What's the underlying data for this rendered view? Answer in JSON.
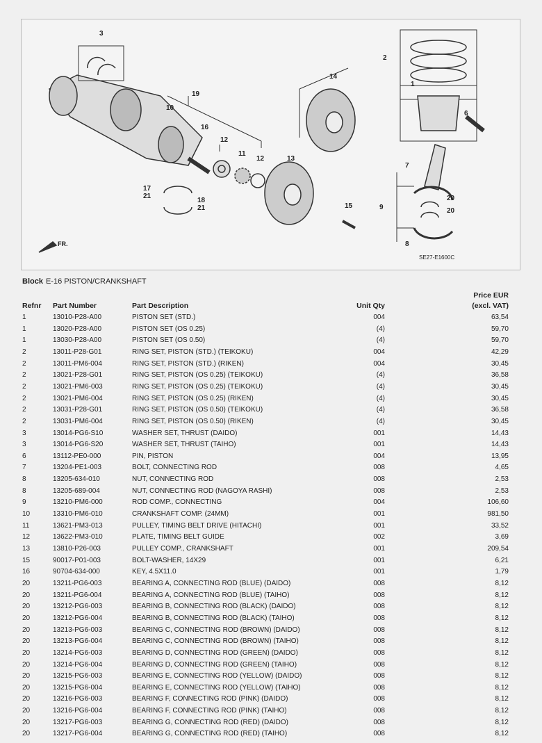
{
  "diagram": {
    "code": "SE27-E1600C",
    "front_label": "FR.",
    "callouts": [
      "1",
      "2",
      "3",
      "6",
      "7",
      "8",
      "9",
      "10",
      "11",
      "12",
      "12",
      "13",
      "14",
      "15",
      "16",
      "17",
      "21",
      "18",
      "21",
      "19",
      "20",
      "20"
    ]
  },
  "block": {
    "label": "Block",
    "name": "E-16 PISTON/CRANKSHAFT"
  },
  "headers": {
    "refnr": "Refnr",
    "part_number": "Part Number",
    "description": "Part Description",
    "unit_qty": "Unit Qty",
    "price_line1": "Price EUR",
    "price_line2": "(excl. VAT)"
  },
  "rows": [
    [
      "1",
      "13010-P28-A00",
      "PISTON SET (STD.)",
      "004",
      "63,54"
    ],
    [
      "1",
      "13020-P28-A00",
      "PISTON SET (OS 0.25)",
      "(4)",
      "59,70"
    ],
    [
      "1",
      "13030-P28-A00",
      "PISTON SET (OS 0.50)",
      "(4)",
      "59,70"
    ],
    [
      "2",
      "13011-P28-G01",
      "RING SET, PISTON (STD.) (TEIKOKU)",
      "004",
      "42,29"
    ],
    [
      "2",
      "13011-PM6-004",
      "RING SET, PISTON (STD.) (RIKEN)",
      "004",
      "30,45"
    ],
    [
      "2",
      "13021-P28-G01",
      "RING SET, PISTON (OS 0.25) (TEIKOKU)",
      "(4)",
      "36,58"
    ],
    [
      "2",
      "13021-PM6-003",
      "RING SET, PISTON (OS 0.25) (TEIKOKU)",
      "(4)",
      "30,45"
    ],
    [
      "2",
      "13021-PM6-004",
      "RING SET, PISTON (OS 0.25) (RIKEN)",
      "(4)",
      "30,45"
    ],
    [
      "2",
      "13031-P28-G01",
      "RING SET, PISTON (OS 0.50) (TEIKOKU)",
      "(4)",
      "36,58"
    ],
    [
      "2",
      "13031-PM6-004",
      "RING SET, PISTON (OS 0.50) (RIKEN)",
      "(4)",
      "30,45"
    ],
    [
      "3",
      "13014-PG6-S10",
      "WASHER SET, THRUST (DAIDO)",
      "001",
      "14,43"
    ],
    [
      "3",
      "13014-PG6-S20",
      "WASHER SET, THRUST (TAIHO)",
      "001",
      "14,43"
    ],
    [
      "6",
      "13112-PE0-000",
      "PIN, PISTON",
      "004",
      "13,95"
    ],
    [
      "7",
      "13204-PE1-003",
      "BOLT, CONNECTING ROD",
      "008",
      "4,65"
    ],
    [
      "8",
      "13205-634-010",
      "NUT, CONNECTING ROD",
      "008",
      "2,53"
    ],
    [
      "8",
      "13205-689-004",
      "NUT, CONNECTING ROD (NAGOYA RASHI)",
      "008",
      "2,53"
    ],
    [
      "9",
      "13210-PM6-000",
      "ROD COMP., CONNECTING",
      "004",
      "106,60"
    ],
    [
      "10",
      "13310-PM6-010",
      "CRANKSHAFT COMP. (24MM)",
      "001",
      "981,50"
    ],
    [
      "11",
      "13621-PM3-013",
      "PULLEY, TIMING BELT DRIVE (HITACHI)",
      "001",
      "33,52"
    ],
    [
      "12",
      "13622-PM3-010",
      "PLATE, TIMING BELT GUIDE",
      "002",
      "3,69"
    ],
    [
      "13",
      "13810-P26-003",
      "PULLEY COMP., CRANKSHAFT",
      "001",
      "209,54"
    ],
    [
      "15",
      "90017-P01-003",
      "BOLT-WASHER, 14X29",
      "001",
      "6,21"
    ],
    [
      "16",
      "90704-634-000",
      "KEY, 4.5X11.0",
      "001",
      "1,79"
    ],
    [
      "20",
      "13211-PG6-003",
      "BEARING A, CONNECTING ROD (BLUE) (DAIDO)",
      "008",
      "8,12"
    ],
    [
      "20",
      "13211-PG6-004",
      "BEARING A, CONNECTING ROD (BLUE) (TAIHO)",
      "008",
      "8,12"
    ],
    [
      "20",
      "13212-PG6-003",
      "BEARING B, CONNECTING ROD (BLACK) (DAIDO)",
      "008",
      "8,12"
    ],
    [
      "20",
      "13212-PG6-004",
      "BEARING B, CONNECTING ROD (BLACK) (TAIHO)",
      "008",
      "8,12"
    ],
    [
      "20",
      "13213-PG6-003",
      "BEARING C, CONNECTING ROD (BROWN) (DAIDO)",
      "008",
      "8,12"
    ],
    [
      "20",
      "13213-PG6-004",
      "BEARING C, CONNECTING ROD (BROWN) (TAIHO)",
      "008",
      "8,12"
    ],
    [
      "20",
      "13214-PG6-003",
      "BEARING D, CONNECTING ROD (GREEN) (DAIDO)",
      "008",
      "8,12"
    ],
    [
      "20",
      "13214-PG6-004",
      "BEARING D, CONNECTING ROD (GREEN) (TAIHO)",
      "008",
      "8,12"
    ],
    [
      "20",
      "13215-PG6-003",
      "BEARING E, CONNECTING ROD (YELLOW) (DAIDO)",
      "008",
      "8,12"
    ],
    [
      "20",
      "13215-PG6-004",
      "BEARING E, CONNECTING ROD (YELLOW) (TAIHO)",
      "008",
      "8,12"
    ],
    [
      "20",
      "13216-PG6-003",
      "BEARING F, CONNECTING ROD (PINK) (DAIDO)",
      "008",
      "8,12"
    ],
    [
      "20",
      "13216-PG6-004",
      "BEARING F, CONNECTING ROD (PINK) (TAIHO)",
      "008",
      "8,12"
    ],
    [
      "20",
      "13217-PG6-003",
      "BEARING G, CONNECTING ROD (RED) (DAIDO)",
      "008",
      "8,12"
    ],
    [
      "20",
      "13217-PG6-004",
      "BEARING G, CONNECTING ROD (RED) (TAIHO)",
      "008",
      "8,12"
    ]
  ]
}
